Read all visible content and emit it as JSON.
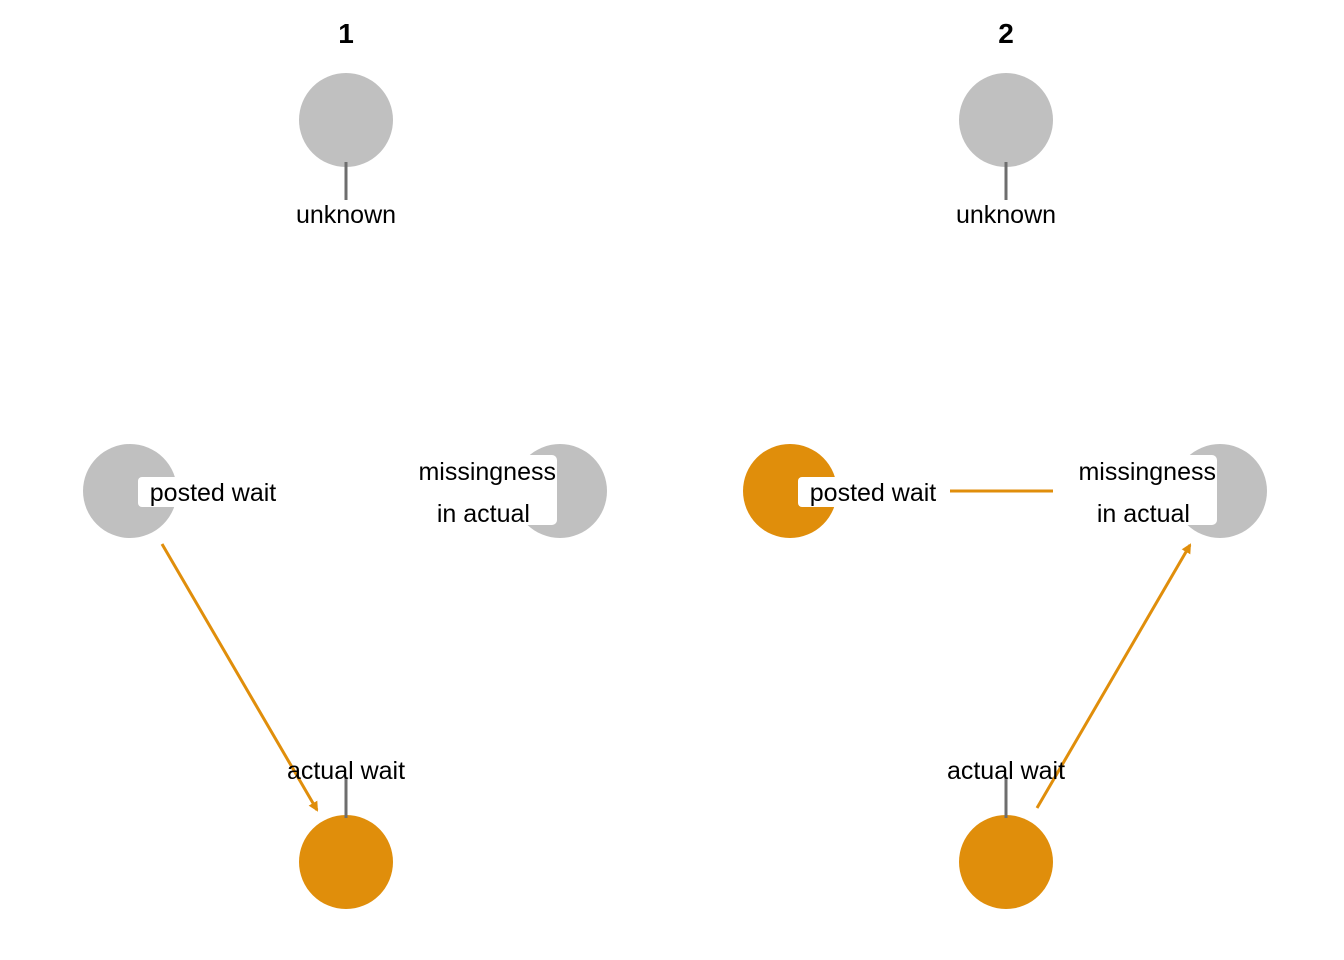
{
  "colors": {
    "highlight": "#E08E0B",
    "neutral": "#C0C0C0",
    "leader": "#6E6E6E",
    "label_bg": "#FFFFFF"
  },
  "panels": [
    {
      "title": "1",
      "nodes": [
        {
          "id": "unknown",
          "label": "unknown",
          "highlighted": false
        },
        {
          "id": "posted",
          "label": "posted wait",
          "highlighted": false
        },
        {
          "id": "missing",
          "label": "missingness\nin actual",
          "highlighted": false
        },
        {
          "id": "actual",
          "label": "actual wait",
          "highlighted": true
        }
      ],
      "edges": [
        {
          "from": "posted",
          "to": "actual",
          "directed": true,
          "highlighted": true
        }
      ]
    },
    {
      "title": "2",
      "nodes": [
        {
          "id": "unknown",
          "label": "unknown",
          "highlighted": false
        },
        {
          "id": "posted",
          "label": "posted wait",
          "highlighted": true
        },
        {
          "id": "missing",
          "label": "missingness\nin actual",
          "highlighted": false
        },
        {
          "id": "actual",
          "label": "actual wait",
          "highlighted": true
        }
      ],
      "edges": [
        {
          "from": "posted",
          "to": "missing",
          "directed": false,
          "highlighted": true
        },
        {
          "from": "actual",
          "to": "missing",
          "directed": true,
          "highlighted": true
        }
      ]
    }
  ]
}
